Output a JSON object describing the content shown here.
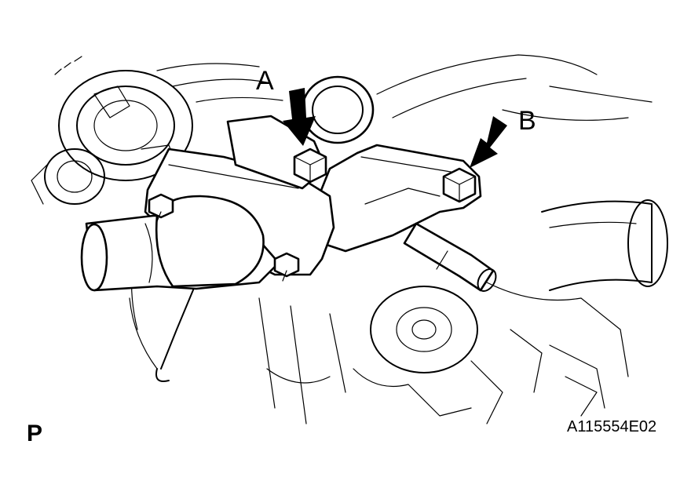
{
  "labels": {
    "bolt_a": "A",
    "bolt_b": "B",
    "view_marker": "P",
    "figure_code": "A115554E02"
  },
  "colors": {
    "line": "#000000",
    "background": "#ffffff"
  },
  "icons": [
    "arrow-a-icon",
    "arrow-b-icon"
  ]
}
